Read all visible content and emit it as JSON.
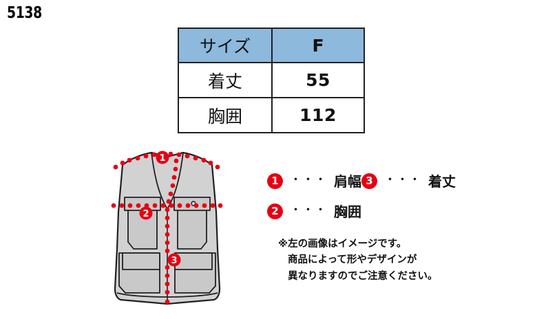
{
  "product_code": "5138",
  "size_table": {
    "header": [
      "サイズ",
      "F"
    ],
    "rows": [
      {
        "label": "着丈",
        "value": "55"
      },
      {
        "label": "胸囲",
        "value": "112"
      }
    ],
    "header_bg": "#8cb9dc",
    "border_color": "#231f20"
  },
  "diagram": {
    "name": "vest-measurement-illustration",
    "body_fill": "#d2d2d2",
    "panel_fill": "#c9c9c9",
    "outline_color": "#231f20",
    "marker_color": "#e60012",
    "badges": [
      {
        "number": "1",
        "meaning": "肩幅"
      },
      {
        "number": "2",
        "meaning": "胸囲"
      },
      {
        "number": "3",
        "meaning": "着丈"
      }
    ]
  },
  "legend": {
    "dots": "・・・",
    "items": [
      {
        "number": "1",
        "label": "肩幅"
      },
      {
        "number": "2",
        "label": "胸囲"
      },
      {
        "number": "3",
        "label": "着丈"
      }
    ],
    "badge_color": "#e60012"
  },
  "note": {
    "line1": "※左の画像はイメージです。",
    "line2": "商品によって形やデザインが",
    "line3": "異なりますのでご注意ください。"
  }
}
